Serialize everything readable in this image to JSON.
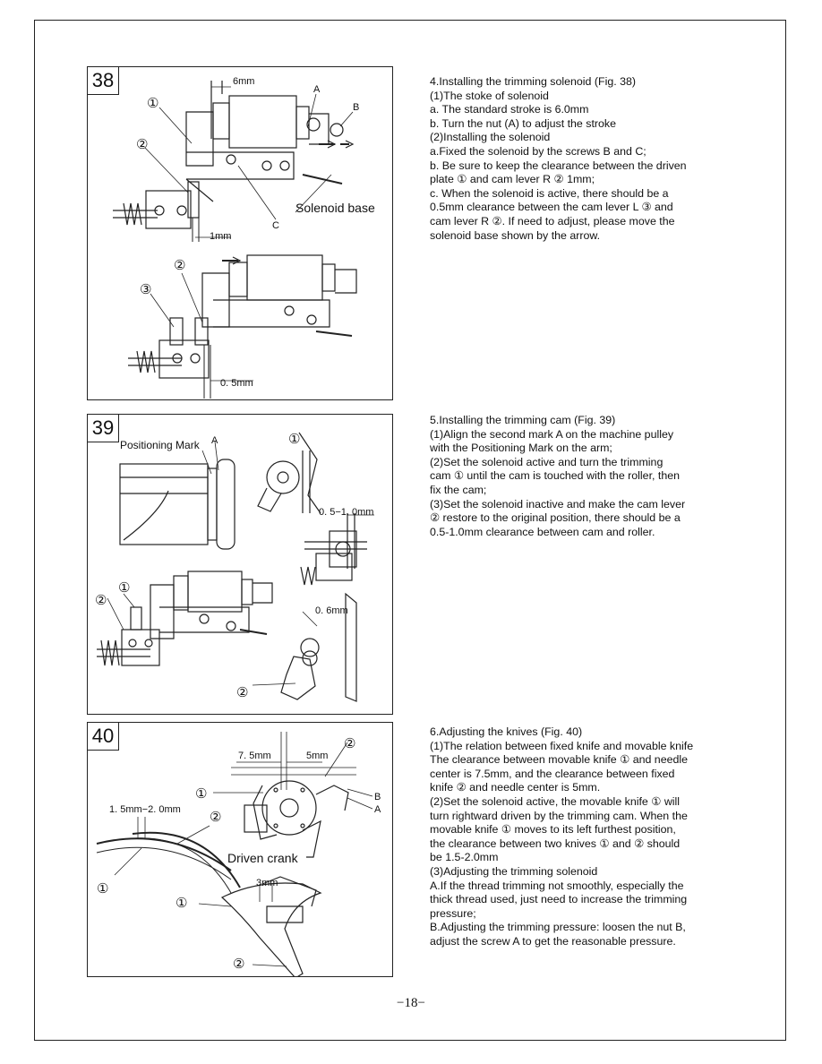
{
  "sections": [
    {
      "figure": {
        "number": "38",
        "labels": {
          "dim_6mm": "6mm",
          "label_a": "A",
          "label_b": "B",
          "label_c": "C",
          "num_1": "①",
          "num_2": "②",
          "num_2b": "②",
          "num_3": "③",
          "solenoid_base": "Solenoid base",
          "dim_1mm": "1mm",
          "dim_05mm": "0. 5mm"
        }
      },
      "lines": [
        "4.Installing the trimming solenoid (Fig. 38)",
        "(1)The stoke of solenoid",
        "a. The standard stroke is 6.0mm",
        "b.  Turn the nut (A) to adjust the stroke",
        "(2)Installing the solenoid",
        "a.Fixed the solenoid by the screws B and C;",
        "b. Be sure to keep the clearance between the driven",
        "plate ① and cam lever R ② 1mm;",
        "c. When the solenoid is active, there should be a",
        "0.5mm clearance between the cam lever L ③ and",
        "cam lever R ②. If need to adjust, please move the",
        "solenoid base shown by the arrow."
      ]
    },
    {
      "figure": {
        "number": "39",
        "labels": {
          "positioning_mark": "Positioning Mark",
          "label_a": "A",
          "num_1": "①",
          "dim_05_10": "0. 5−1. 0mm",
          "num_2": "②",
          "num_1b": "①",
          "dim_06mm": "0. 6mm",
          "num_2b": "②"
        }
      },
      "lines": [
        "5.Installing the trimming cam (Fig. 39)",
        "(1)Align the second mark A on the machine pulley",
        "with the Positioning Mark on the arm;",
        "(2)Set the solenoid active and turn the trimming",
        "cam ① until the cam is touched with the roller, then",
        "fix the cam;",
        "(3)Set the solenoid inactive and make the cam lever",
        " ② restore to the original position, there should be a",
        "0.5-1.0mm clearance between cam and roller."
      ]
    },
    {
      "figure": {
        "number": "40",
        "labels": {
          "dim_75mm": "7. 5mm",
          "dim_5mm": "5mm",
          "num_2": "②",
          "num_1": "①",
          "label_b": "B",
          "label_a": "A",
          "dim_15_20": "1. 5mm−2. 0mm",
          "num_2b": "②",
          "driven_crank": "Driven crank",
          "num_1b": "①",
          "dim_3mm": "3mm",
          "num_1c": "①",
          "num_2c": "②"
        }
      },
      "lines": [
        "6.Adjusting the knives (Fig. 40)",
        "(1)The relation between fixed knife and movable knife",
        "The clearance between movable knife ① and needle",
        "center is 7.5mm, and the clearance between fixed",
        "knife ② and needle center is 5mm.",
        "(2)Set the solenoid active, the movable knife ① will",
        "turn rightward driven by the trimming cam. When the",
        "movable knife ① moves to its left furthest position,",
        "the clearance between two knives ① and ② should",
        "be 1.5-2.0mm",
        "(3)Adjusting the trimming solenoid",
        "A.If the thread trimming not smoothly, especially the",
        "thick thread used, just need to increase the trimming",
        "pressure;",
        "B.Adjusting the trimming pressure: loosen the nut B,",
        "adjust the screw A to get the reasonable pressure."
      ]
    }
  ],
  "page_number": "−18−"
}
